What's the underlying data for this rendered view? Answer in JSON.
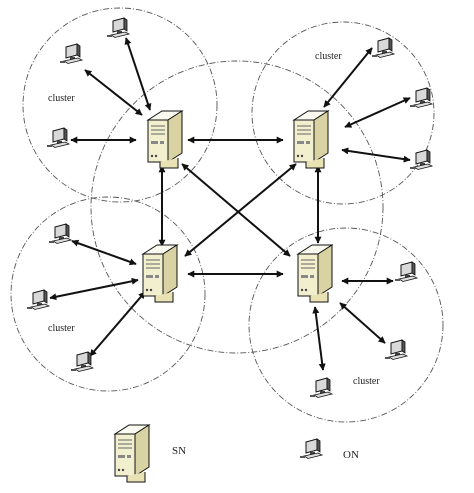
{
  "clusters": [
    {
      "id": "c1",
      "label": "cluster"
    },
    {
      "id": "c2",
      "label": "cluster"
    },
    {
      "id": "c3",
      "label": "cluster"
    },
    {
      "id": "c4",
      "label": "cluster"
    }
  ],
  "legend": {
    "sn_label": "SN",
    "on_label": "ON"
  },
  "icons": {
    "sn": "server-icon",
    "on": "computer-icon"
  },
  "colors": {
    "line": "#111111",
    "dashed": "#555555",
    "server_body": "#f2efcf",
    "server_side": "#d9d3a3",
    "screen": "#d9d9d9"
  }
}
